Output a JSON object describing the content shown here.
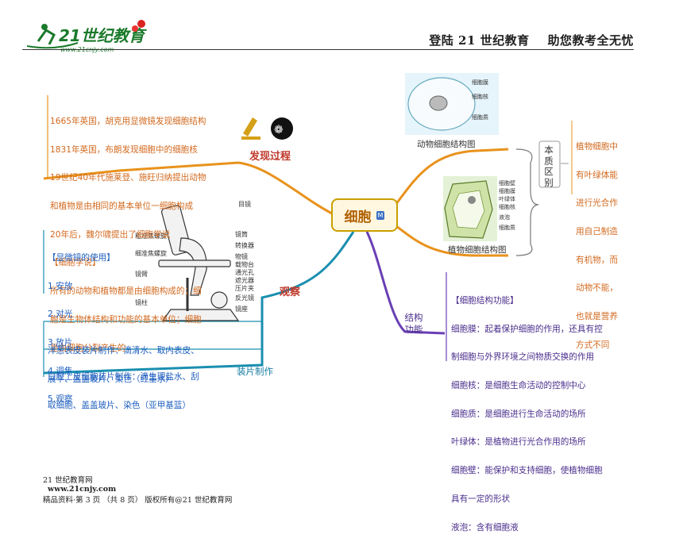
{
  "header": {
    "logo_text": "21世纪教育",
    "logo_url_text": "www.21cnjy.com",
    "slogan": "登陆 21 世纪教育    助您教考全无忧"
  },
  "central_node": {
    "title": "细胞",
    "badge": "M"
  },
  "branches": {
    "discovery": {
      "label": "发现过程",
      "lines": [
        "1665年英国，胡克用显微镜发现细胞结构",
        "1831年英国，布朗发现细胞中的细胞核",
        "19世纪40年代施莱登、施旺归纳提出动物",
        "和植物是由相同的基本单位一细胞构成",
        "20年后，魏尔啸提出了细胞学说",
        "【细胞学说】",
        "所有的动物和植物都是由细胞构成的；细",
        "胞是生物体结构和功能的基本单位；细胞",
        "是由细胞分裂产生的"
      ]
    },
    "observe": {
      "label": "观察",
      "microscope_use_lines": [
        "【显微镜的使用】",
        "1.安放",
        "2.对光",
        "3.放片",
        "4.调焦",
        "5.观察"
      ],
      "microscope_parts": [
        "目镜",
        "粗准焦螺旋",
        "细准焦螺旋",
        "镜臂",
        "镜柱",
        "镜筒",
        "转换器",
        "物镜",
        "载物台",
        "通光孔",
        "遮光器",
        "压片夹",
        "反光镜",
        "镜座"
      ]
    },
    "slide_making": {
      "label": "装片制作",
      "onion_lines": [
        "洋葱表皮装片制作：滴清水、取内表皮、",
        "展平、盖盖玻片、染色（红墨水）"
      ],
      "cheek_lines": [
        "口腔上皮细胞装片制作：滴生理盐水、刮",
        "取细胞、盖盖玻片、染色（亚甲基篮）"
      ]
    },
    "structure_function": {
      "label": "结构功能",
      "lines": [
        "【细胞结构功能】",
        "细胞膜：起着保护细胞的作用，还具有控",
        "制细胞与外界环境之间物质交换的作用",
        "细胞核：是细胞生命活动的控制中心",
        "细胞质：是细胞进行生命活动的场所",
        "叶绿体：是植物进行光合作用的场所",
        "细胞壁：能保护和支持细胞，使植物细胞",
        "具有一定的形状",
        "液泡：含有细胞液"
      ]
    },
    "essential_difference": {
      "label": "本质区别",
      "lines": [
        "植物细胞中",
        "有叶绿体能",
        "进行光合作",
        "用自己制造",
        "有机物，而",
        "动物不能，",
        "也就是营养",
        "方式不同"
      ]
    },
    "animal_cell": {
      "caption": "动物细胞结构图",
      "parts": [
        "细胞膜",
        "细胞核",
        "细胞质"
      ]
    },
    "plant_cell": {
      "caption": "植物细胞结构图",
      "parts": [
        "细胞壁",
        "细胞膜",
        "叶绿体",
        "细胞核",
        "液泡",
        "细胞质"
      ]
    }
  },
  "footer": {
    "left": "21 世纪教育网",
    "site": "www.21cnjy.com",
    "right": "精品资料·第 3 页 （共 8 页） 版权所有@21 世纪教育网"
  },
  "colors": {
    "discovery_branch": "#e8921c",
    "observe_branch": "#1a8fb0",
    "structure_branch": "#6a3fb5",
    "central_border": "#c9a000"
  }
}
